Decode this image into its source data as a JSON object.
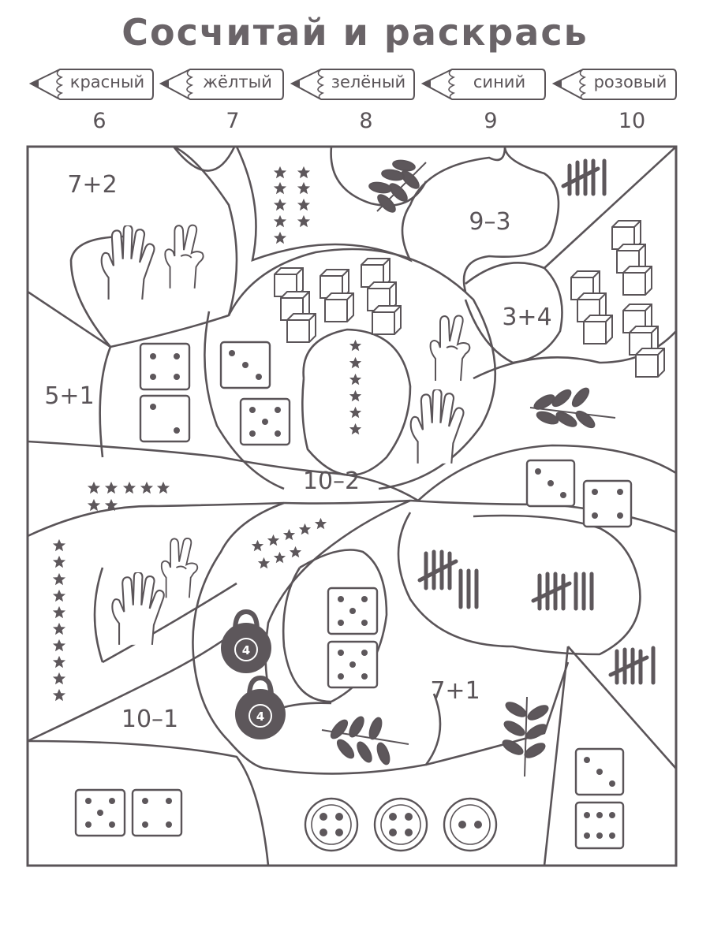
{
  "title": "Сосчитай и раскрась",
  "legend": [
    {
      "color_name": "красный",
      "number": "6"
    },
    {
      "color_name": "жёлтый",
      "number": "7"
    },
    {
      "color_name": "зелёный",
      "number": "8"
    },
    {
      "color_name": "синий",
      "number": "9"
    },
    {
      "color_name": "розовый",
      "number": "10"
    }
  ],
  "expressions": {
    "e1": "7+2",
    "e2": "9–3",
    "e3": "3+4",
    "e4": "5+1",
    "e5": "10–2",
    "e6": "7+1",
    "e7": "10–1"
  },
  "kettlebell_label": "4",
  "ink_color": "#5a5458",
  "fill_dark": "#5d575b"
}
